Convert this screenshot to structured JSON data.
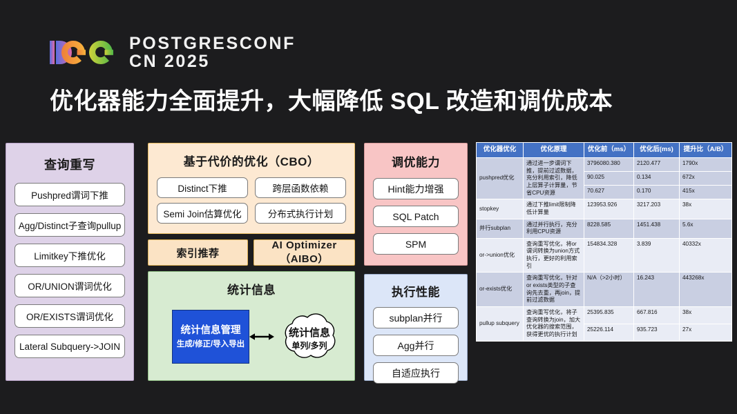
{
  "brand": {
    "logo_mark": "pcc-logo-icon",
    "line1": "PostgresConf",
    "line2": "CN 2025",
    "colors": {
      "p_start": "#5a6fe0",
      "p_end": "#e06aa8",
      "c1_start": "#f08a3c",
      "c1_end": "#f6b33c",
      "c2_start": "#c8cf3a",
      "c2_end": "#57b84a"
    }
  },
  "title": "优化器能力全面提升，大幅降低 SQL 改造和调优成本",
  "panels": {
    "rewrite": {
      "title": "查询重写",
      "bg": "#ded2e8",
      "items": [
        "Pushpred谓词下推",
        "Agg/Distinct子查询pullup",
        "Limitkey下推优化",
        "OR/UNION谓词优化",
        "OR/EXISTS谓词优化",
        "Lateral Subquery->JOIN"
      ]
    },
    "cbo": {
      "title": "基于代价的优化（CBO）",
      "bg": "#fde9d2",
      "items": [
        "Distinct下推",
        "跨层函数依赖",
        "Semi Join估算优化",
        "分布式执行计划"
      ]
    },
    "index_reco": {
      "title": "索引推荐",
      "bg": "#fbe3c4"
    },
    "aibo": {
      "title": "AI Optimizer（AIBO）",
      "bg": "#fbe3c4"
    },
    "stats": {
      "title": "统计信息",
      "bg": "#d7ebd1",
      "box_line1": "统计信息管理",
      "box_line2": "生成/修正/导入导出",
      "box_color": "#1f52d8",
      "cloud_line1": "统计信息",
      "cloud_line2": "单列/多列",
      "arrow": "double-arrow-icon"
    },
    "tuning": {
      "title": "调优能力",
      "bg": "#f8c5c5",
      "items": [
        "Hint能力增强",
        "SQL Patch",
        "SPM"
      ]
    },
    "exec": {
      "title": "执行性能",
      "bg": "#dce6f8",
      "items": [
        "subplan并行",
        "Agg并行",
        "自适应执行"
      ]
    }
  },
  "table": {
    "header_bg": "#4472c4",
    "columns": [
      "优化器优化",
      "优化原理",
      "优化前（ms）",
      "优化后(ms)",
      "提升比（A/B）"
    ],
    "groups": [
      {
        "name": "pushpred优化",
        "principle": "通过进一步谓词下推，提前过滤数据，充分利用索引，降低上层算子计算量，节省CPU资源",
        "band": "a",
        "rows": [
          {
            "before": "3796080.380",
            "after": "2120.477",
            "ratio": "1790x"
          },
          {
            "before": "90.025",
            "after": "0.134",
            "ratio": "672x"
          },
          {
            "before": "70.627",
            "after": "0.170",
            "ratio": "415x"
          }
        ]
      },
      {
        "name": "stopkey",
        "principle": "通过下推limit限制降低计算量",
        "band": "b",
        "rows": [
          {
            "before": "123953.926",
            "after": "3217.203",
            "ratio": "38x"
          }
        ]
      },
      {
        "name": "并行subplan",
        "principle": "通过并行执行，充分利用CPU资源",
        "band": "a",
        "rows": [
          {
            "before": "8228.585",
            "after": "1451.438",
            "ratio": "5.6x"
          }
        ]
      },
      {
        "name": "or->union优化",
        "principle": "查询重写优化，将or谓词转换为union方式执行，更好的利用索引",
        "band": "b",
        "rows": [
          {
            "before": "154834.328",
            "after": "3.839",
            "ratio": "40332x"
          }
        ]
      },
      {
        "name": "or-exists优化",
        "principle": "查询重写优化，针对or exists类型的子查询先去重，再join，提前过滤数据",
        "band": "a",
        "rows": [
          {
            "before": "N/A（>2小时）",
            "after": "16.243",
            "ratio": "443268x"
          }
        ]
      },
      {
        "name": "pullup subquery",
        "principle": "查询重写优化，将子查询转换为join，加大优化器的搜索范围，获得更优的执行计划",
        "band": "b",
        "rows": [
          {
            "before": "25395.835",
            "after": "667.816",
            "ratio": "38x"
          },
          {
            "before": "25226.114",
            "after": "935.723",
            "ratio": "27x"
          }
        ]
      }
    ]
  }
}
